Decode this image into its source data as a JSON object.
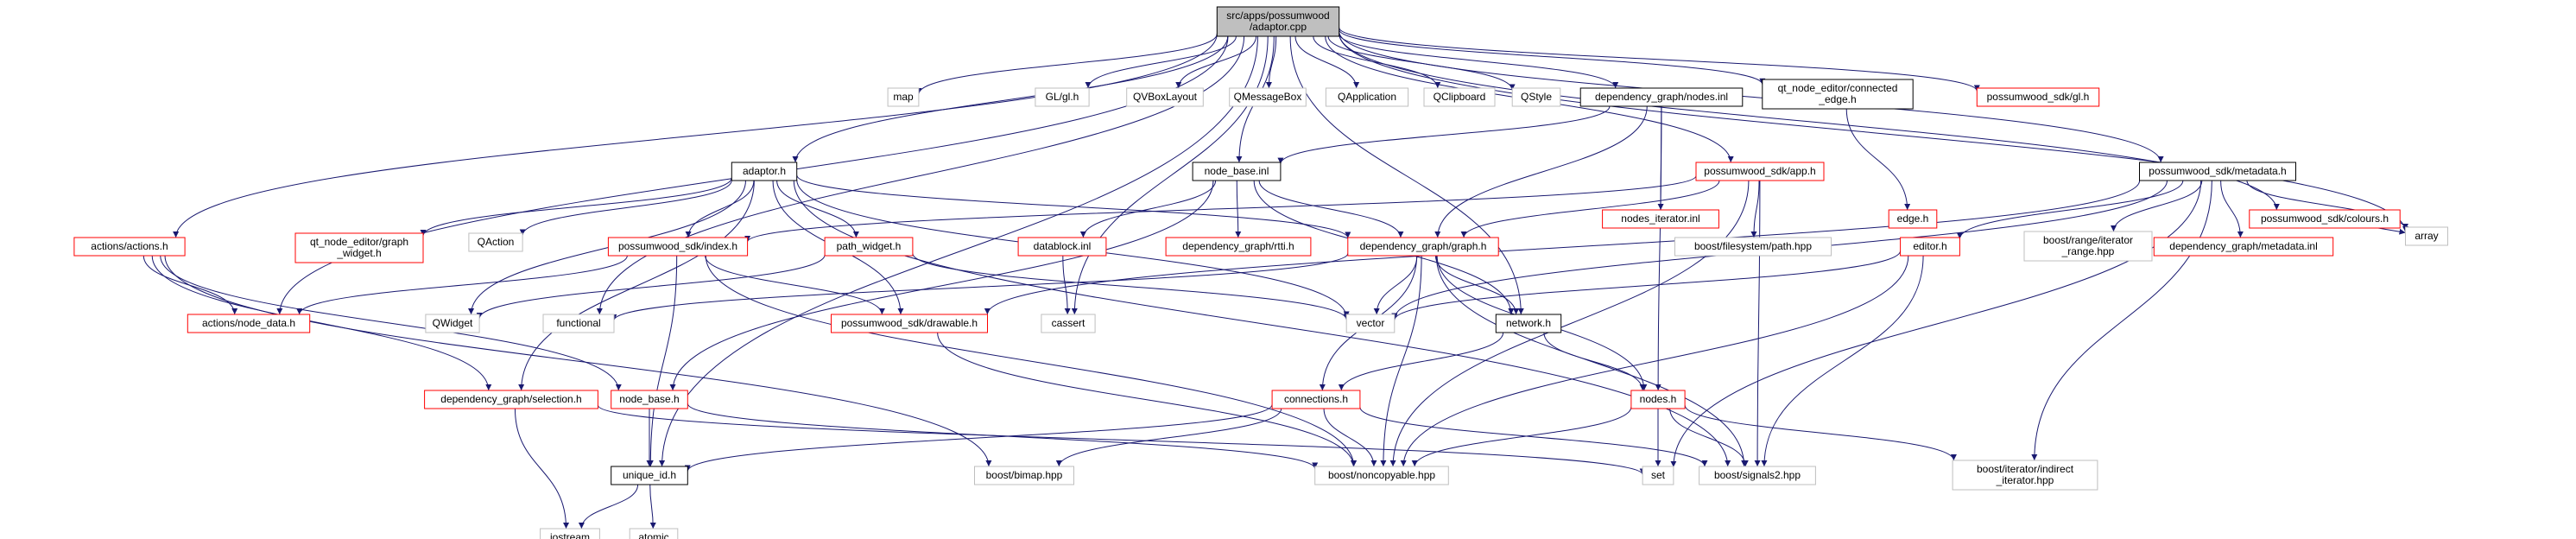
{
  "colors": {
    "root_fill": "#bfbfbf",
    "black": "#000000",
    "red": "#ff0000",
    "gray": "#bfbfbf",
    "edge": "#191970",
    "text": "#000000"
  },
  "nodes": [
    {
      "id": "adaptor_cpp",
      "lines": [
        "src/apps/possumwood",
        "/adaptor.cpp"
      ],
      "style": "root"
    },
    {
      "id": "map",
      "lines": [
        "map"
      ],
      "style": "gray"
    },
    {
      "id": "gl_gl_h",
      "lines": [
        "GL/gl.h"
      ],
      "style": "gray"
    },
    {
      "id": "qvboxlayout",
      "lines": [
        "QVBoxLayout"
      ],
      "style": "gray"
    },
    {
      "id": "qmessagebox",
      "lines": [
        "QMessageBox"
      ],
      "style": "gray"
    },
    {
      "id": "qapplication",
      "lines": [
        "QApplication"
      ],
      "style": "gray"
    },
    {
      "id": "qclipboard",
      "lines": [
        "QClipboard"
      ],
      "style": "gray"
    },
    {
      "id": "qstyle",
      "lines": [
        "QStyle"
      ],
      "style": "gray"
    },
    {
      "id": "dg_nodes_inl",
      "lines": [
        "dependency_graph/nodes.inl"
      ],
      "style": "black"
    },
    {
      "id": "qne_connected_edge",
      "lines": [
        "qt_node_editor/connected",
        "_edge.h"
      ],
      "style": "black"
    },
    {
      "id": "ps_gl_h",
      "lines": [
        "possumwood_sdk/gl.h"
      ],
      "style": "red"
    },
    {
      "id": "ps_colours_h",
      "lines": [
        "possumwood_sdk/colours.h"
      ],
      "style": "red"
    },
    {
      "id": "adaptor_h",
      "lines": [
        "adaptor.h"
      ],
      "style": "black"
    },
    {
      "id": "node_base_inl",
      "lines": [
        "node_base.inl"
      ],
      "style": "black"
    },
    {
      "id": "nodes_iterator_inl",
      "lines": [
        "nodes_iterator.inl"
      ],
      "style": "red"
    },
    {
      "id": "ps_app_h",
      "lines": [
        "possumwood_sdk/app.h"
      ],
      "style": "red"
    },
    {
      "id": "edge_h",
      "lines": [
        "edge.h"
      ],
      "style": "red"
    },
    {
      "id": "ps_metadata_h",
      "lines": [
        "possumwood_sdk/metadata.h"
      ],
      "style": "black"
    },
    {
      "id": "array",
      "lines": [
        "array"
      ],
      "style": "gray"
    },
    {
      "id": "actions_actions_h",
      "lines": [
        "actions/actions.h"
      ],
      "style": "red"
    },
    {
      "id": "qne_graph_widget",
      "lines": [
        "qt_node_editor/graph",
        "_widget.h"
      ],
      "style": "red"
    },
    {
      "id": "qaction",
      "lines": [
        "QAction"
      ],
      "style": "gray"
    },
    {
      "id": "ps_index_h",
      "lines": [
        "possumwood_sdk/index.h"
      ],
      "style": "red"
    },
    {
      "id": "path_widget_h",
      "lines": [
        "path_widget.h"
      ],
      "style": "red"
    },
    {
      "id": "datablock_inl",
      "lines": [
        "datablock.inl"
      ],
      "style": "red"
    },
    {
      "id": "dg_rtti_h",
      "lines": [
        "dependency_graph/rtti.h"
      ],
      "style": "red"
    },
    {
      "id": "dg_graph_h",
      "lines": [
        "dependency_graph/graph.h"
      ],
      "style": "red"
    },
    {
      "id": "boost_fs_path",
      "lines": [
        "boost/filesystem/path.hpp"
      ],
      "style": "gray"
    },
    {
      "id": "editor_h",
      "lines": [
        "editor.h"
      ],
      "style": "red"
    },
    {
      "id": "boost_range_iter",
      "lines": [
        "boost/range/iterator",
        "_range.hpp"
      ],
      "style": "gray"
    },
    {
      "id": "dg_metadata_inl",
      "lines": [
        "dependency_graph/metadata.inl"
      ],
      "style": "red"
    },
    {
      "id": "actions_node_data",
      "lines": [
        "actions/node_data.h"
      ],
      "style": "red"
    },
    {
      "id": "qwidget",
      "lines": [
        "QWidget"
      ],
      "style": "gray"
    },
    {
      "id": "functional",
      "lines": [
        "functional"
      ],
      "style": "gray"
    },
    {
      "id": "ps_drawable_h",
      "lines": [
        "possumwood_sdk/drawable.h"
      ],
      "style": "red"
    },
    {
      "id": "cassert",
      "lines": [
        "cassert"
      ],
      "style": "gray"
    },
    {
      "id": "vector",
      "lines": [
        "vector"
      ],
      "style": "gray"
    },
    {
      "id": "network_h",
      "lines": [
        "network.h"
      ],
      "style": "black"
    },
    {
      "id": "dg_selection_h",
      "lines": [
        "dependency_graph/selection.h"
      ],
      "style": "red"
    },
    {
      "id": "node_base_h",
      "lines": [
        "node_base.h"
      ],
      "style": "red"
    },
    {
      "id": "connections_h",
      "lines": [
        "connections.h"
      ],
      "style": "red"
    },
    {
      "id": "nodes_h",
      "lines": [
        "nodes.h"
      ],
      "style": "red"
    },
    {
      "id": "unique_id_h",
      "lines": [
        "unique_id.h"
      ],
      "style": "black"
    },
    {
      "id": "boost_bimap",
      "lines": [
        "boost/bimap.hpp"
      ],
      "style": "gray"
    },
    {
      "id": "boost_noncopyable",
      "lines": [
        "boost/noncopyable.hpp"
      ],
      "style": "gray"
    },
    {
      "id": "set",
      "lines": [
        "set"
      ],
      "style": "gray"
    },
    {
      "id": "boost_signals2",
      "lines": [
        "boost/signals2.hpp"
      ],
      "style": "gray"
    },
    {
      "id": "boost_iter_indirect",
      "lines": [
        "boost/iterator/indirect",
        "_iterator.hpp"
      ],
      "style": "gray"
    },
    {
      "id": "iostream",
      "lines": [
        "iostream"
      ],
      "style": "gray"
    },
    {
      "id": "atomic",
      "lines": [
        "atomic"
      ],
      "style": "gray"
    }
  ],
  "edges": [
    [
      "adaptor_cpp",
      "map"
    ],
    [
      "adaptor_cpp",
      "gl_gl_h"
    ],
    [
      "adaptor_cpp",
      "qvboxlayout"
    ],
    [
      "adaptor_cpp",
      "qmessagebox"
    ],
    [
      "adaptor_cpp",
      "qapplication"
    ],
    [
      "adaptor_cpp",
      "qclipboard"
    ],
    [
      "adaptor_cpp",
      "qstyle"
    ],
    [
      "adaptor_cpp",
      "dg_nodes_inl"
    ],
    [
      "adaptor_cpp",
      "qne_connected_edge"
    ],
    [
      "adaptor_cpp",
      "ps_gl_h"
    ],
    [
      "adaptor_cpp",
      "ps_colours_h"
    ],
    [
      "adaptor_cpp",
      "ps_metadata_h"
    ],
    [
      "adaptor_cpp",
      "array"
    ],
    [
      "adaptor_cpp",
      "adaptor_h"
    ],
    [
      "adaptor_cpp",
      "actions_actions_h"
    ],
    [
      "adaptor_cpp",
      "node_base_inl"
    ],
    [
      "adaptor_cpp",
      "ps_app_h"
    ],
    [
      "adaptor_cpp",
      "actions_node_data"
    ],
    [
      "adaptor_cpp",
      "functional"
    ],
    [
      "adaptor_cpp",
      "cassert"
    ],
    [
      "adaptor_cpp",
      "network_h"
    ],
    [
      "adaptor_cpp",
      "unique_id_h"
    ],
    [
      "dg_nodes_inl",
      "node_base_inl"
    ],
    [
      "dg_nodes_inl",
      "nodes_iterator_inl"
    ],
    [
      "dg_nodes_inl",
      "dg_graph_h"
    ],
    [
      "dg_nodes_inl",
      "nodes_h"
    ],
    [
      "qne_connected_edge",
      "edge_h"
    ],
    [
      "ps_colours_h",
      "array"
    ],
    [
      "adaptor_h",
      "qne_graph_widget"
    ],
    [
      "adaptor_h",
      "qaction"
    ],
    [
      "adaptor_h",
      "qwidget"
    ],
    [
      "adaptor_h",
      "ps_index_h"
    ],
    [
      "adaptor_h",
      "path_widget_h"
    ],
    [
      "adaptor_h",
      "ps_drawable_h"
    ],
    [
      "adaptor_h",
      "dg_graph_h"
    ],
    [
      "adaptor_h",
      "dg_selection_h"
    ],
    [
      "adaptor_h",
      "boost_signals2"
    ],
    [
      "adaptor_h",
      "vector"
    ],
    [
      "node_base_inl",
      "datablock_inl"
    ],
    [
      "node_base_inl",
      "dg_rtti_h"
    ],
    [
      "node_base_inl",
      "dg_graph_h"
    ],
    [
      "node_base_inl",
      "node_base_h"
    ],
    [
      "node_base_inl",
      "network_h"
    ],
    [
      "ps_app_h",
      "dg_graph_h"
    ],
    [
      "ps_app_h",
      "boost_fs_path"
    ],
    [
      "ps_app_h",
      "boost_noncopyable"
    ],
    [
      "ps_app_h",
      "boost_signals2"
    ],
    [
      "ps_app_h",
      "ps_index_h"
    ],
    [
      "ps_metadata_h",
      "array"
    ],
    [
      "ps_metadata_h",
      "boost_range_iter"
    ],
    [
      "ps_metadata_h",
      "dg_metadata_inl"
    ],
    [
      "ps_metadata_h",
      "editor_h"
    ],
    [
      "ps_metadata_h",
      "vector"
    ],
    [
      "ps_metadata_h",
      "set"
    ],
    [
      "ps_metadata_h",
      "ps_drawable_h"
    ],
    [
      "ps_metadata_h",
      "boost_iter_indirect"
    ],
    [
      "actions_actions_h",
      "actions_node_data"
    ],
    [
      "actions_actions_h",
      "dg_selection_h"
    ],
    [
      "actions_actions_h",
      "node_base_h"
    ],
    [
      "ps_index_h",
      "actions_node_data"
    ],
    [
      "ps_index_h",
      "ps_drawable_h"
    ],
    [
      "ps_index_h",
      "unique_id_h"
    ],
    [
      "ps_index_h",
      "boost_noncopyable"
    ],
    [
      "path_widget_h",
      "qwidget"
    ],
    [
      "path_widget_h",
      "vector"
    ],
    [
      "datablock_inl",
      "cassert"
    ],
    [
      "dg_graph_h",
      "functional"
    ],
    [
      "dg_graph_h",
      "vector"
    ],
    [
      "dg_graph_h",
      "network_h"
    ],
    [
      "dg_graph_h",
      "connections_h"
    ],
    [
      "dg_graph_h",
      "nodes_h"
    ],
    [
      "dg_graph_h",
      "boost_noncopyable"
    ],
    [
      "dg_graph_h",
      "boost_signals2"
    ],
    [
      "editor_h",
      "vector"
    ],
    [
      "editor_h",
      "boost_noncopyable"
    ],
    [
      "editor_h",
      "boost_signals2"
    ],
    [
      "ps_drawable_h",
      "boost_noncopyable"
    ],
    [
      "network_h",
      "connections_h"
    ],
    [
      "network_h",
      "nodes_h"
    ],
    [
      "dg_selection_h",
      "iostream"
    ],
    [
      "dg_selection_h",
      "set"
    ],
    [
      "node_base_h",
      "unique_id_h"
    ],
    [
      "node_base_h",
      "boost_noncopyable"
    ],
    [
      "connections_h",
      "unique_id_h"
    ],
    [
      "connections_h",
      "boost_bimap"
    ],
    [
      "connections_h",
      "boost_noncopyable"
    ],
    [
      "connections_h",
      "boost_signals2"
    ],
    [
      "nodes_h",
      "set"
    ],
    [
      "nodes_h",
      "boost_noncopyable"
    ],
    [
      "nodes_h",
      "boost_signals2"
    ],
    [
      "nodes_h",
      "boost_iter_indirect"
    ],
    [
      "unique_id_h",
      "iostream"
    ],
    [
      "unique_id_h",
      "atomic"
    ],
    [
      "actions_actions_h",
      "boost_bimap"
    ]
  ]
}
